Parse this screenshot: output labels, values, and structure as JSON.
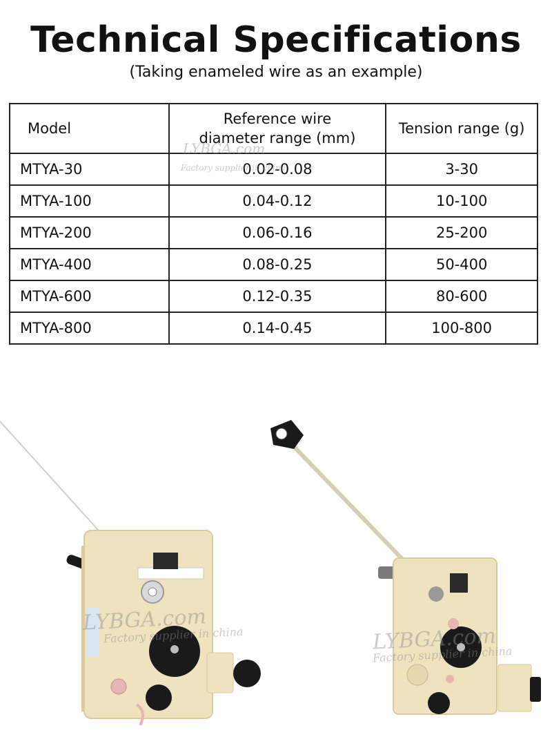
{
  "heading": {
    "title": "Technical Specifications",
    "subtitle": "(Taking enameled wire as an example)"
  },
  "table": {
    "headers": {
      "model": "Model",
      "diameter_line1": "Reference wire",
      "diameter_line2": "diameter range (mm)",
      "tension": "Tension range (g)"
    },
    "rows": [
      {
        "model": "MTYA-30",
        "diameter": "0.02-0.08",
        "tension": "3-30"
      },
      {
        "model": "MTYA-100",
        "diameter": "0.04-0.12",
        "tension": "10-100"
      },
      {
        "model": "MTYA-200",
        "diameter": "0.06-0.16",
        "tension": "25-200"
      },
      {
        "model": "MTYA-400",
        "diameter": "0.08-0.25",
        "tension": "50-400"
      },
      {
        "model": "MTYA-600",
        "diameter": "0.12-0.35",
        "tension": "80-600"
      },
      {
        "model": "MTYA-800",
        "diameter": "0.14-0.45",
        "tension": "100-800"
      }
    ]
  },
  "watermark": {
    "brand": "LYBGA.com",
    "tagline": "Factory supplier in china"
  },
  "colors": {
    "device_body": "#eee2bf",
    "device_shadow": "#d9ca9f",
    "knob": "#1a1a1a",
    "pink_part": "#e8b4b4"
  }
}
